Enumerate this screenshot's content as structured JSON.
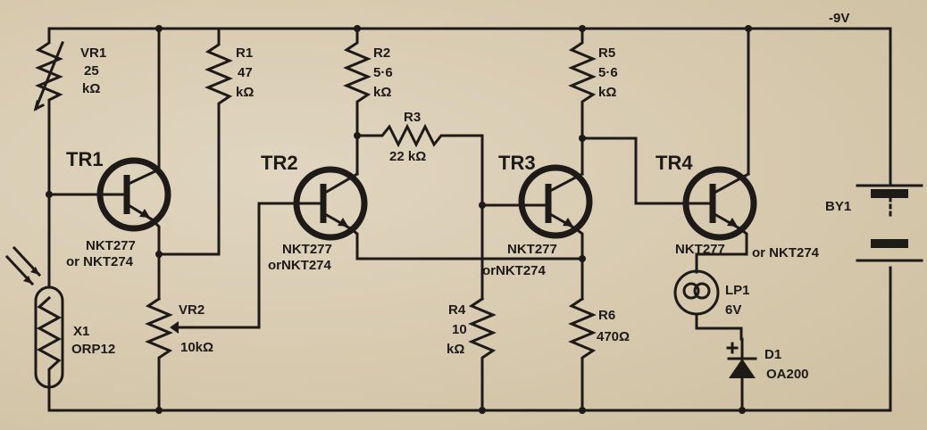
{
  "supply": "-9V",
  "battery": "BY1",
  "components": {
    "vr1": {
      "ref": "VR1",
      "value_a": "25",
      "value_b": "kΩ"
    },
    "r1": {
      "ref": "R1",
      "value_a": "47",
      "value_b": "kΩ"
    },
    "r2": {
      "ref": "R2",
      "value_a": "5·6",
      "value_b": "kΩ"
    },
    "r3": {
      "ref": "R3",
      "value": "22 kΩ"
    },
    "r5": {
      "ref": "R5",
      "value_a": "5·6",
      "value_b": "kΩ"
    },
    "r4": {
      "ref": "R4",
      "value_a": "10",
      "value_b": "kΩ"
    },
    "r6": {
      "ref": "R6",
      "value": "470Ω"
    },
    "vr2": {
      "ref": "VR2",
      "value": "10kΩ"
    },
    "x1": {
      "ref": "X1",
      "value": "ORP12"
    },
    "lp1": {
      "ref": "LP1",
      "value": "6V"
    },
    "d1": {
      "ref": "D1",
      "value": "OA200"
    }
  },
  "transistors": {
    "tr1": {
      "ref": "TR1",
      "type_a": "NKT277",
      "type_b": "or NKT274"
    },
    "tr2": {
      "ref": "TR2",
      "type_a": "NKT277",
      "type_b": "orNKT274"
    },
    "tr3": {
      "ref": "TR3",
      "type_a": "NKT277",
      "type_b": "orNKT274"
    },
    "tr4": {
      "ref": "TR4",
      "type_a": "NKT277",
      "type_b": "or NKT274"
    }
  }
}
